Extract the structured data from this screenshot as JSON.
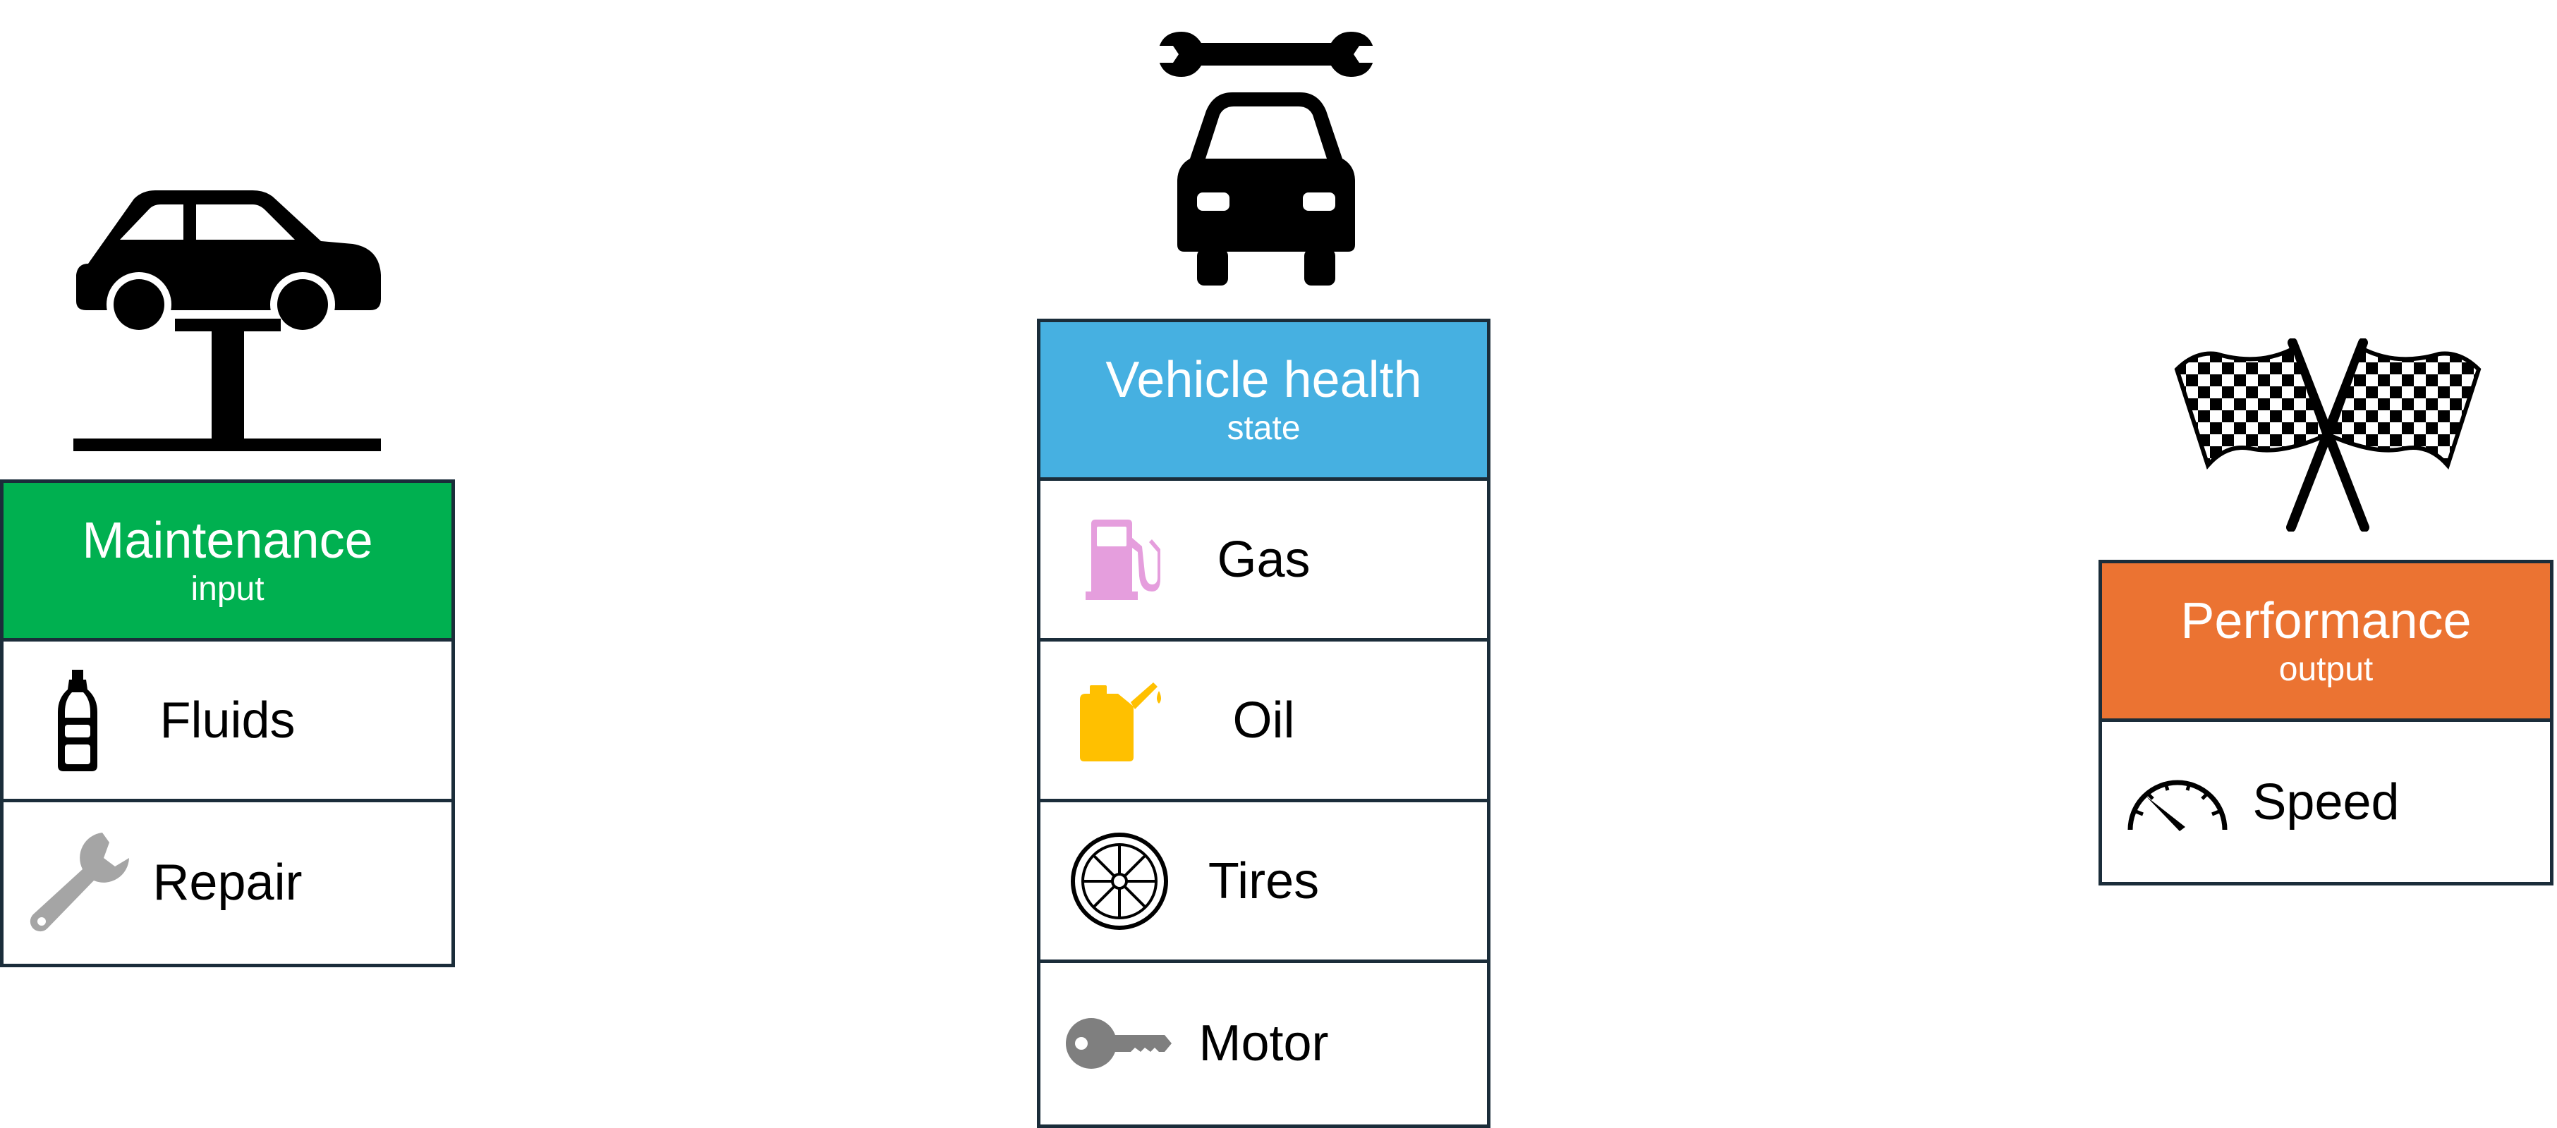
{
  "colors": {
    "maintenance_header": "#00b050",
    "health_header": "#46b0e1",
    "performance_header": "#eb7332",
    "border": "#1b2d3a",
    "gas_icon": "#e59edd",
    "oil_icon": "#ffc000",
    "repair_icon": "#a5a5a5",
    "motor_icon": "#7f7f7f"
  },
  "maintenance": {
    "icon": "car-lift-icon",
    "title": "Maintenance",
    "subtitle": "input",
    "items": [
      {
        "label": "Fluids",
        "icon": "bottle-icon"
      },
      {
        "label": "Repair",
        "icon": "wrench-icon"
      }
    ]
  },
  "health": {
    "icon": "car-service-icon",
    "title": "Vehicle health",
    "subtitle": "state",
    "items": [
      {
        "label": "Gas",
        "icon": "fuel-pump-icon"
      },
      {
        "label": "Oil",
        "icon": "oil-can-icon"
      },
      {
        "label": "Tires",
        "icon": "tire-icon"
      },
      {
        "label": "Motor",
        "icon": "key-icon"
      }
    ]
  },
  "performance": {
    "icon": "checkered-flags-icon",
    "title": "Performance",
    "subtitle": "output",
    "items": [
      {
        "label": "Speed",
        "icon": "speedometer-icon"
      }
    ]
  }
}
